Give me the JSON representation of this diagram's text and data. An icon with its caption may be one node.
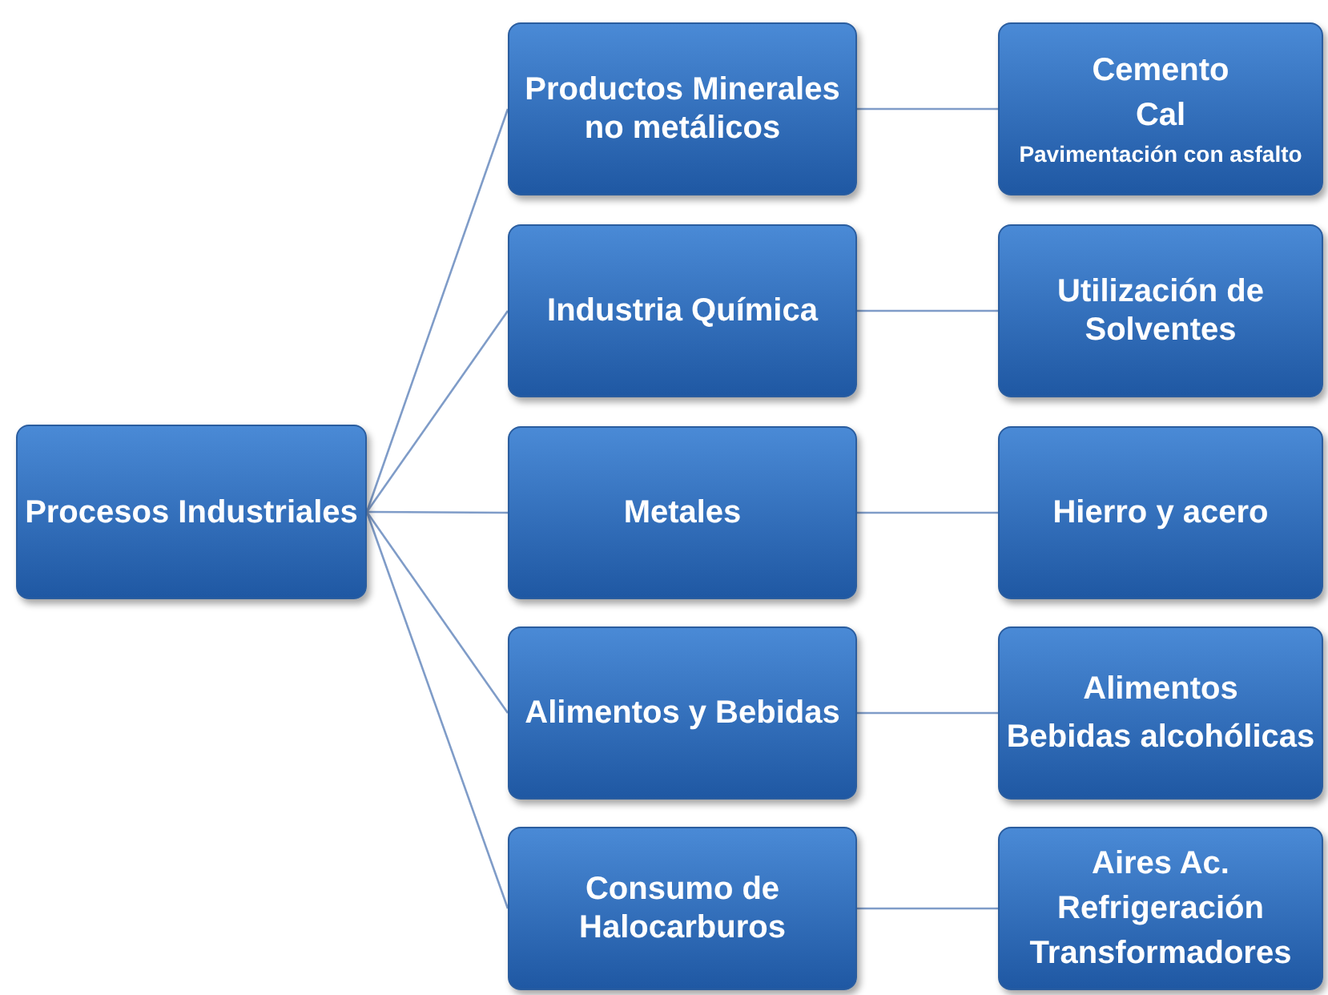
{
  "diagram": {
    "nodes": [
      {
        "text": [
          "Procesos Industriales"
        ]
      },
      {
        "text": [
          "Productos Minerales no metálicos"
        ]
      },
      {
        "text": [
          "Industria Química"
        ]
      },
      {
        "text": [
          "Metales"
        ]
      },
      {
        "text": [
          "Alimentos y Bebidas"
        ]
      },
      {
        "text": [
          "Consumo de Halocarburos"
        ]
      },
      {
        "text": [
          "Cemento",
          "Cal",
          "Pavimentación con asfalto"
        ]
      },
      {
        "text": [
          "Utilización de Solventes"
        ]
      },
      {
        "text": [
          "Hierro y acero"
        ]
      },
      {
        "text": [
          "Alimentos",
          "Bebidas alcohólicas"
        ]
      },
      {
        "text": [
          "Aires Ac.",
          "Refrigeración",
          "Transformadores"
        ]
      }
    ],
    "edges": [
      {
        "from": 0,
        "to": 1,
        "arrow": "none"
      },
      {
        "from": 0,
        "to": 2,
        "arrow": "none"
      },
      {
        "from": 0,
        "to": 3,
        "arrow": "none"
      },
      {
        "from": 0,
        "to": 4,
        "arrow": "none"
      },
      {
        "from": 0,
        "to": 5,
        "arrow": "none"
      },
      {
        "from": 1,
        "to": 6,
        "arrow": "none"
      },
      {
        "from": 2,
        "to": 7,
        "arrow": "none"
      },
      {
        "from": 3,
        "to": 8,
        "arrow": "none"
      },
      {
        "from": 4,
        "to": 9,
        "arrow": "none"
      },
      {
        "from": 5,
        "to": 10,
        "arrow": "none"
      }
    ]
  }
}
